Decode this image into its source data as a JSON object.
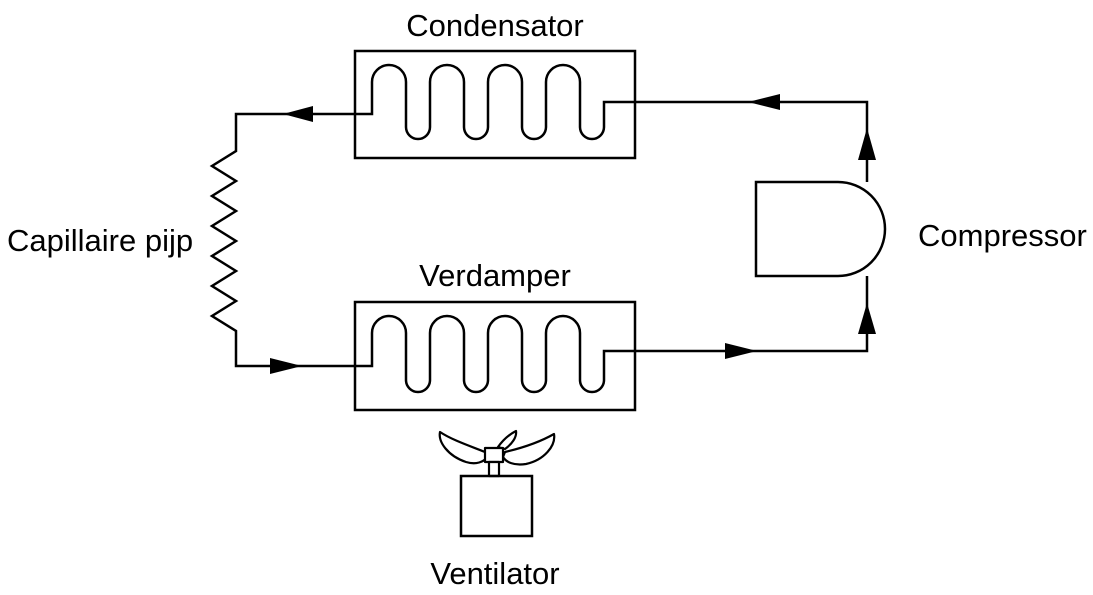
{
  "labels": {
    "condenser": "Condensator",
    "evaporator": "Verdamper",
    "capillary": "Capillaire pijp",
    "compressor": "Compressor",
    "fan": "Ventilator"
  },
  "colors": {
    "stroke": "#000000",
    "background": "#ffffff"
  }
}
